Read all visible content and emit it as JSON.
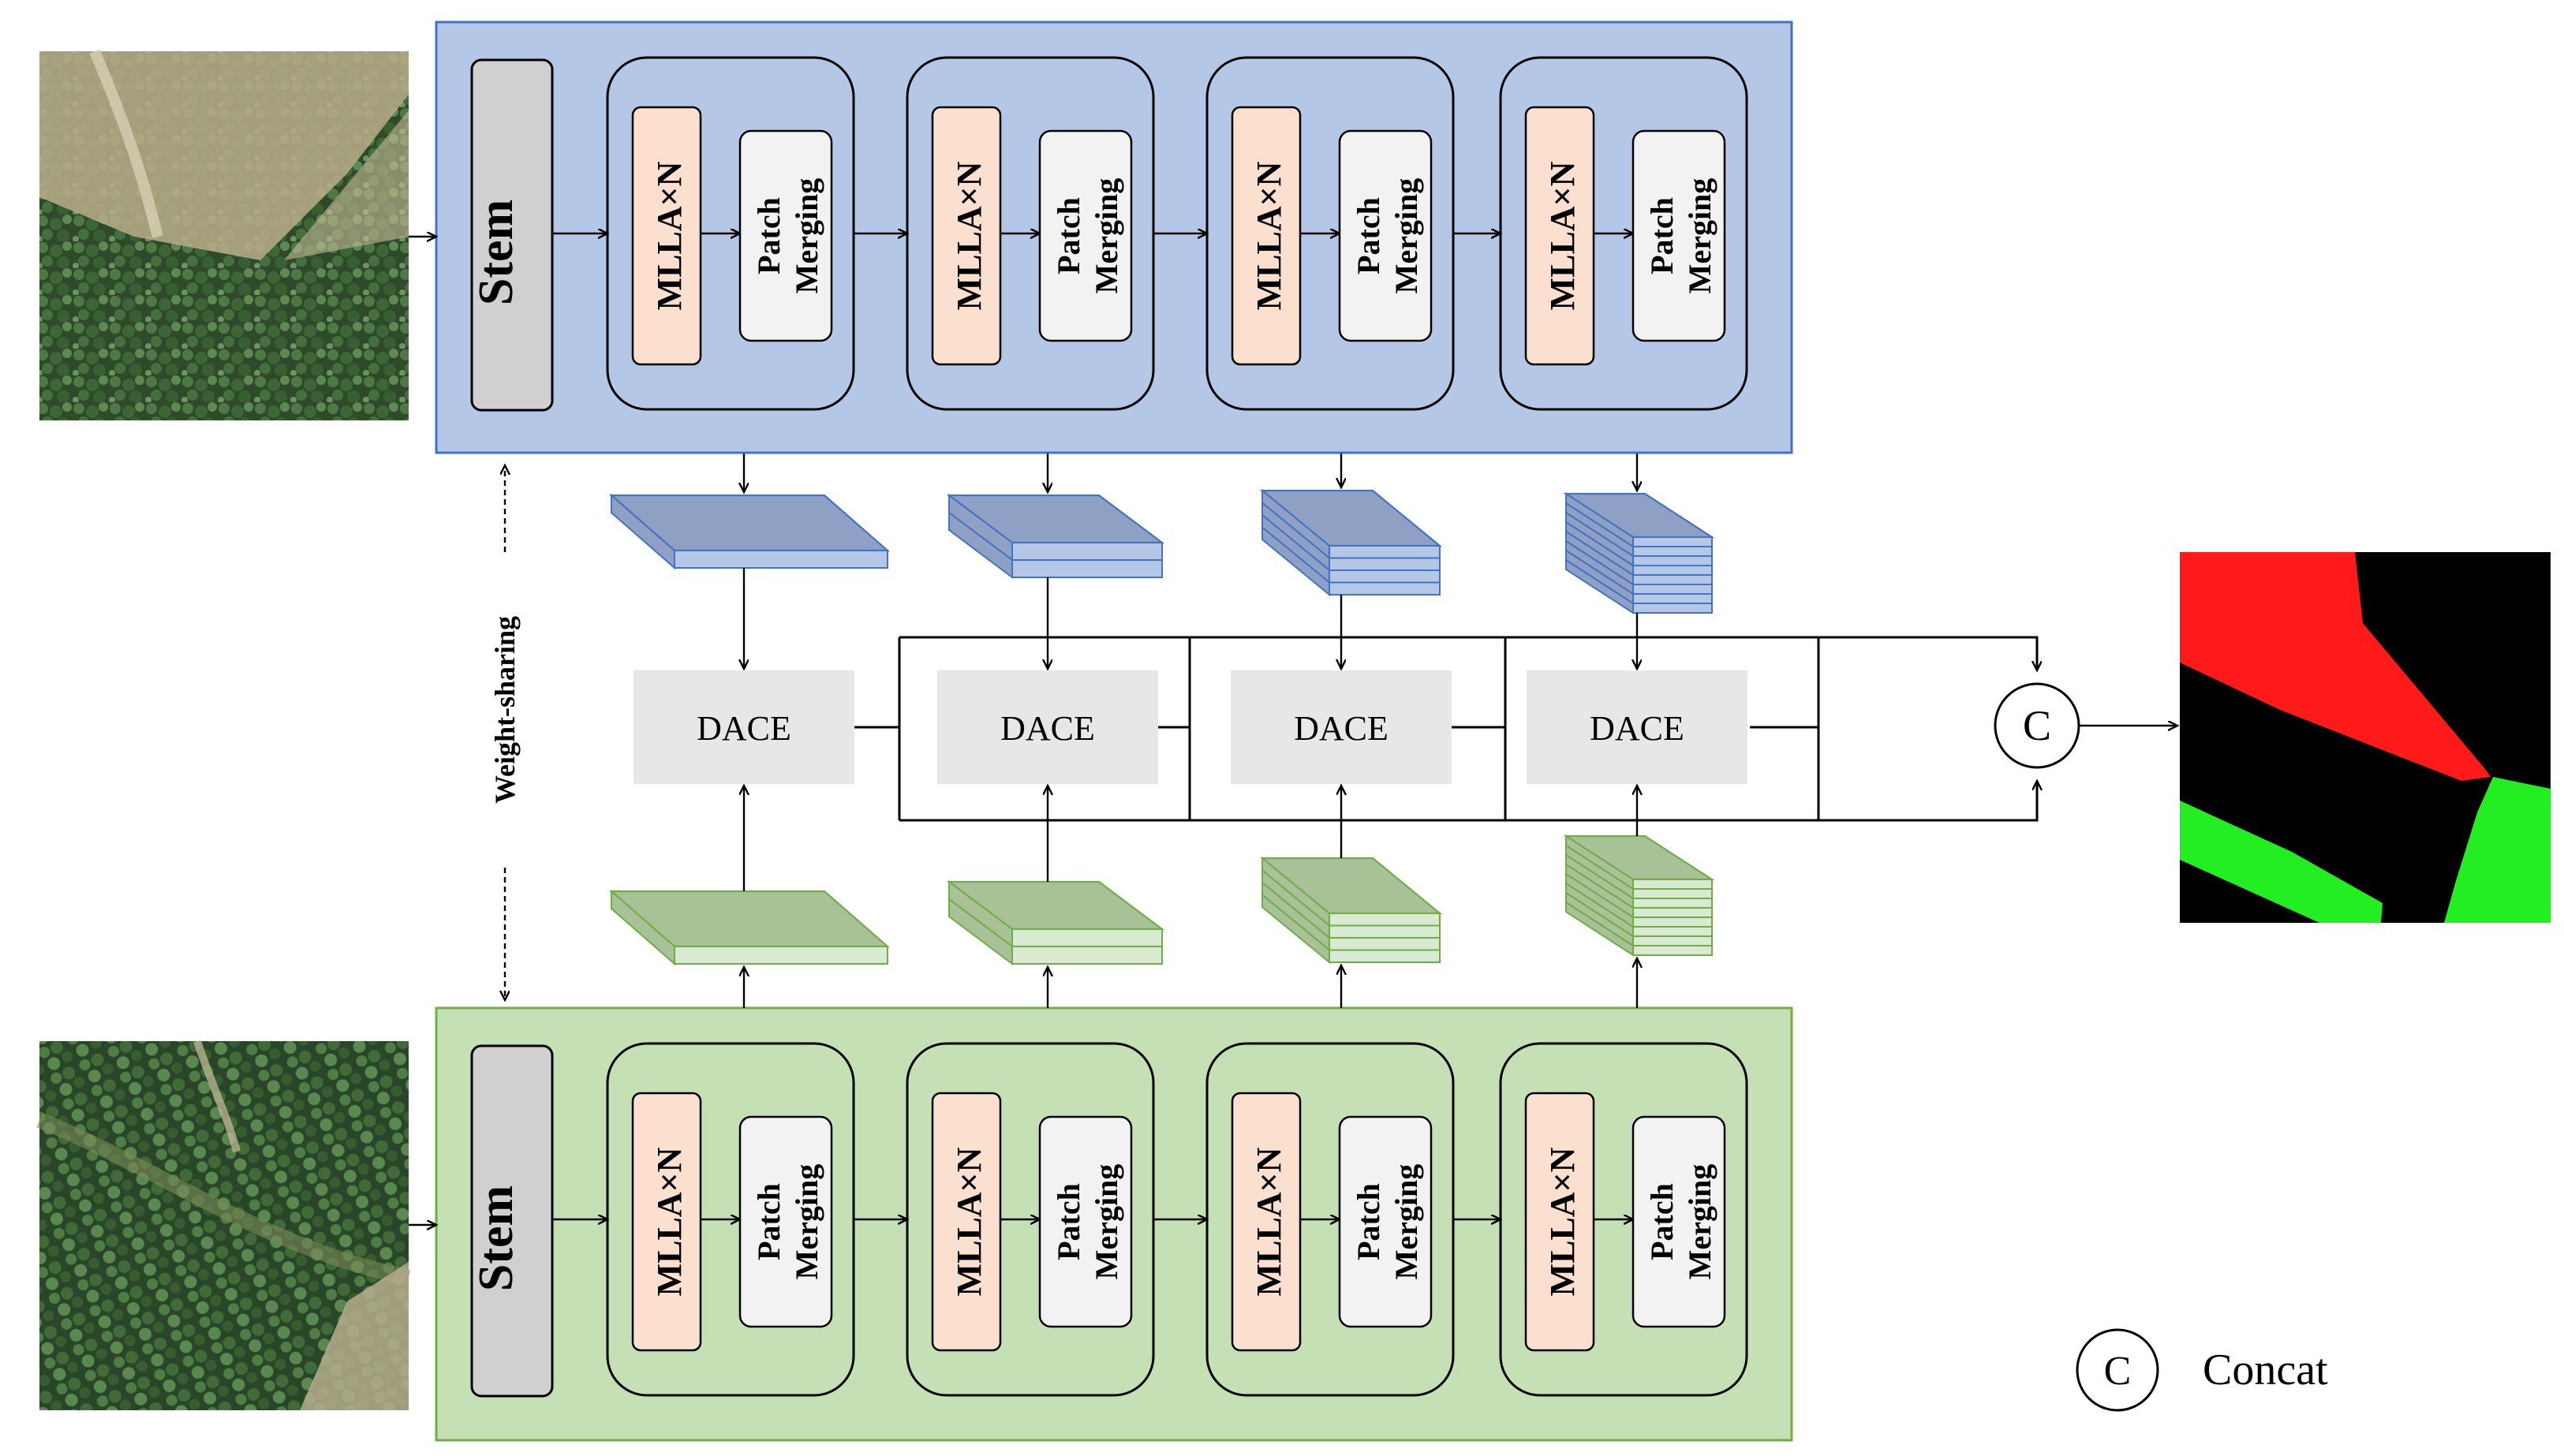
{
  "labels": {
    "stem": "Stem",
    "mlla": "MLLA×N",
    "patch_line1": "Patch",
    "patch_line2": "Merging",
    "dace": "DACE",
    "concat_symbol": "C",
    "weight_sharing": "Weight-sharing",
    "legend_concat": "Concat"
  },
  "colors": {
    "top_branch_fill": "#b4c7e7",
    "top_branch_border": "#4472c4",
    "bottom_branch_fill": "#c5e0b4",
    "bottom_branch_border": "#70ad47",
    "stem_fill": "#d0d0d0",
    "mlla_fill": "#fbe0cf",
    "patch_fill": "#f2f2f2",
    "dace_fill": "#e7e7e7",
    "feature_top_face": "#8ea0c4",
    "feature_top_side": "#b4c7e7",
    "feature_bottom_face": "#a9c196",
    "feature_bottom_side": "#d9ead3",
    "output_background": "#000000",
    "output_class_1": "#ff1a1a",
    "output_class_2": "#22ee22"
  },
  "feature_maps": {
    "layer_counts": [
      1,
      2,
      4,
      8
    ]
  },
  "icons": {
    "input_top": "aerial-image",
    "input_bottom": "aerial-image",
    "output": "segmentation-map",
    "arrow": "arrow-icon"
  }
}
